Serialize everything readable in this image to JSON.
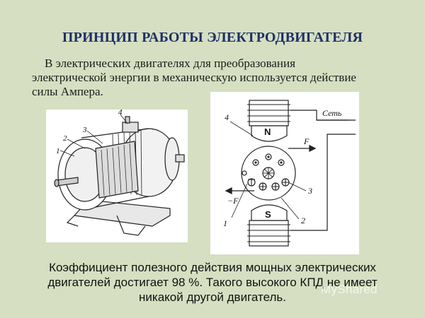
{
  "slide": {
    "title": "ПРИНЦИП РАБОТЫ ЭЛЕКТРОДВИГАТЕЛЯ",
    "intro": "В электрических двигателях для преобразования электрической энергии в механическую используется действие силы Ампера.",
    "footer": "Коэффициент полезного действия мощных электрических двигателей достигает 98 %. Такого высокого КПД не имеет никакой другой двигатель.",
    "watermark": "MyShared"
  },
  "motor_figure": {
    "labels": [
      "1",
      "2",
      "3",
      "4"
    ]
  },
  "scheme_figure": {
    "labels": [
      "4",
      "1",
      "2",
      "3"
    ],
    "net_label": "Сеть",
    "pole_n": "N",
    "pole_s": "S",
    "force_label": "F",
    "neg_force_label": "−F"
  }
}
